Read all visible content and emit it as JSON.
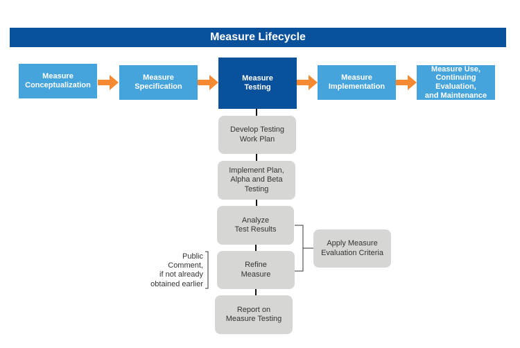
{
  "title": "Measure Lifecycle",
  "colors": {
    "banner": "#0a519b",
    "phase": "#45a4dc",
    "phase_active": "#0a519b",
    "arrow": "#f58a33",
    "step": "#d6d6d4"
  },
  "phases": [
    {
      "label": "Measure\nConceptualization",
      "active": false
    },
    {
      "label": "Measure\nSpecification",
      "active": false
    },
    {
      "label": "Measure\nTesting",
      "active": true
    },
    {
      "label": "Measure\nImplementation",
      "active": false
    },
    {
      "label": "Measure Use,\nContinuing Evaluation,\nand Maintenance",
      "active": false
    }
  ],
  "testing_steps": [
    {
      "label": "Develop Testing\nWork Plan"
    },
    {
      "label": "Implement Plan,\nAlpha and Beta\nTesting"
    },
    {
      "label": "Analyze\nTest Results"
    },
    {
      "label": "Refine\nMeasure"
    },
    {
      "label": "Report on\nMeasure Testing"
    }
  ],
  "side_step": {
    "label": "Apply Measure\nEvaluation Criteria"
  },
  "note": {
    "label": "Public\nComment,\nif not already\nobtained earlier"
  }
}
